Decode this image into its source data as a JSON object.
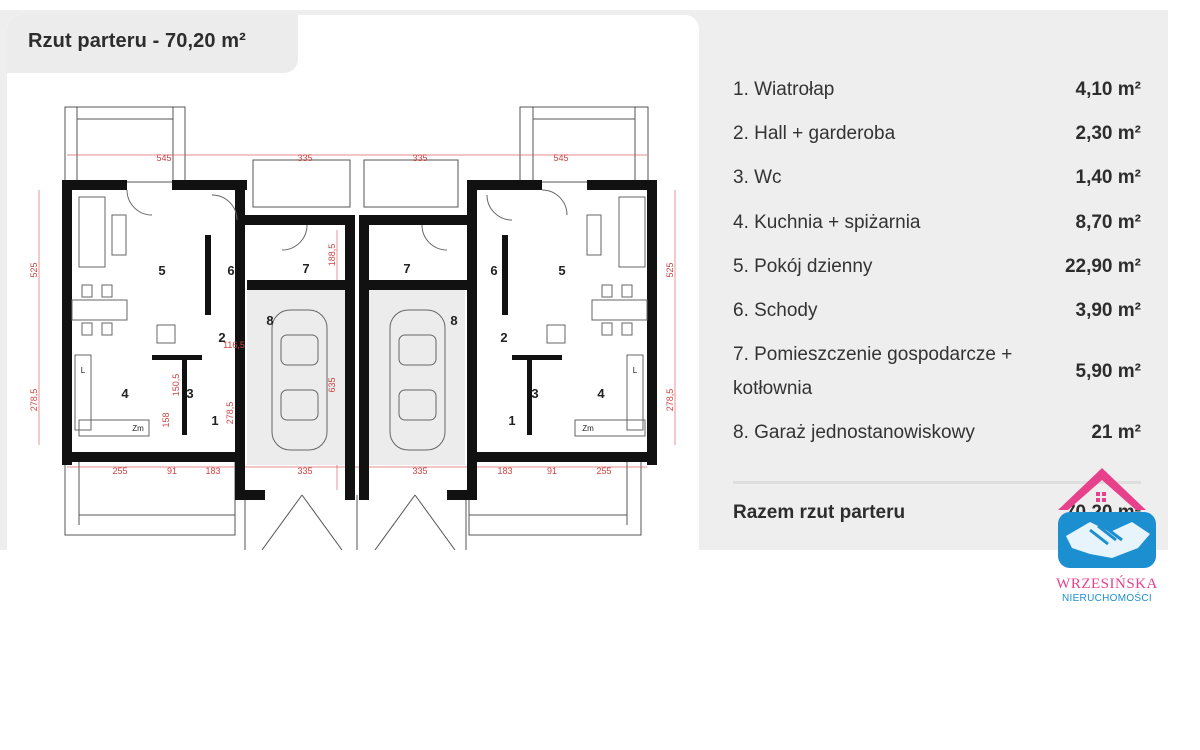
{
  "plan": {
    "title": "Rzut parteru - 70,20 m²",
    "room_numbers": [
      "5",
      "6",
      "7",
      "8",
      "2",
      "3",
      "4",
      "1",
      "7",
      "6",
      "5",
      "8",
      "2",
      "3",
      "4",
      "1"
    ],
    "dims_top": [
      "545",
      "335",
      "335",
      "545"
    ],
    "dims_bottom": [
      "255",
      "91",
      "183",
      "335",
      "335",
      "183",
      "91",
      "255"
    ],
    "dims_side": [
      "525",
      "278,5",
      "525",
      "278,5",
      "635",
      "188,5",
      "116,5",
      "150,5",
      "158",
      "278,5"
    ],
    "appliance_labels": [
      "L",
      "Zm",
      "L",
      "Zm"
    ]
  },
  "rooms": [
    {
      "name": "1. Wiatrołap",
      "area": "4,10 m²"
    },
    {
      "name": "2. Hall + garderoba",
      "area": "2,30 m²"
    },
    {
      "name": "3. Wc",
      "area": "1,40 m²"
    },
    {
      "name": "4. Kuchnia + spiżarnia",
      "area": "8,70 m²"
    },
    {
      "name": "5. Pokój dzienny",
      "area": "22,90 m²"
    },
    {
      "name": "6. Schody",
      "area": "3,90 m²"
    },
    {
      "name": "7. Pomieszczenie gospodarcze + kotłownia",
      "area": "5,90 m²"
    },
    {
      "name": "8. Garaż jednostanowiskowy",
      "area": "21 m²"
    }
  ],
  "total": {
    "label": "Razem rzut parteru",
    "area": "70,20 m²"
  },
  "logo": {
    "line1": "WRZESIŃSKA",
    "line2": "NIERUCHOMOŚCI"
  },
  "colors": {
    "panel_bg": "#eeeeee",
    "logo_pink": "#e8418c",
    "logo_blue": "#1b8fd0",
    "wall": "#111111"
  }
}
